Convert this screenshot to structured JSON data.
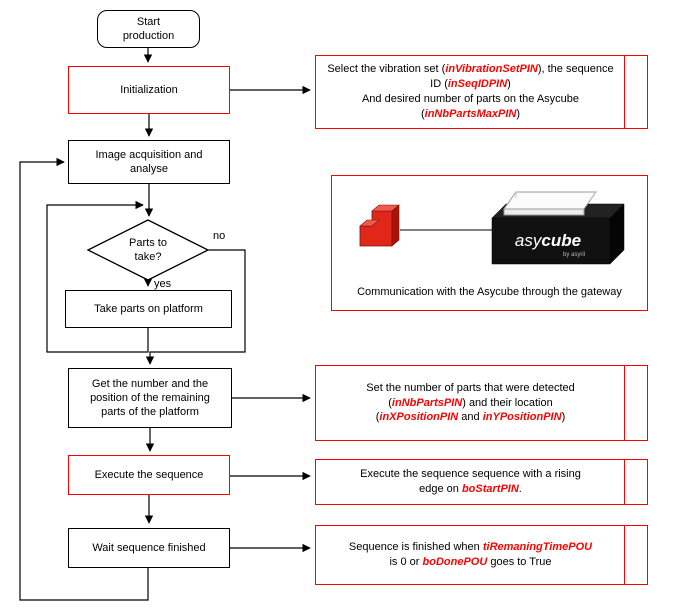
{
  "colors": {
    "accent": "#ff0000",
    "line": "#000000"
  },
  "flowchart": {
    "start_label": "Start\nproduction",
    "initialization_label": "Initialization",
    "image_acquisition_label": "Image acquisition and\nanalyse",
    "decision_label": "Parts to\ntake?",
    "no_label": "no",
    "yes_label": "yes",
    "take_parts_label": "Take parts on platform",
    "get_number_label": "Get the number and the\nposition of the remaining\nparts of the platform",
    "execute_label": "Execute the sequence",
    "wait_label": "Wait sequence finished"
  },
  "annotations": {
    "select_vibration": {
      "segments": [
        {
          "t": "Select the vibration set ("
        },
        {
          "t": "inVibrationSetPIN",
          "red": true
        },
        {
          "t": "), the sequence ID ("
        },
        {
          "t": "inSeqIDPIN",
          "red": true
        },
        {
          "t": ")\nAnd desired number of parts on the Asycube\n("
        },
        {
          "t": "inNbPartsMaxPIN",
          "red": true
        },
        {
          "t": ")"
        }
      ]
    },
    "communication": {
      "caption": "Communication with the Asycube through the gateway",
      "device_label_a": "asy",
      "device_label_b": "cube",
      "device_sublabel": "by asyril"
    },
    "set_parts": {
      "segments": [
        {
          "t": "Set the number of parts that were detected\n("
        },
        {
          "t": "inNbPartsPIN",
          "red": true
        },
        {
          "t": ") and their location\n("
        },
        {
          "t": "inXPositionPIN",
          "red": true
        },
        {
          "t": " and "
        },
        {
          "t": "inYPositionPIN",
          "red": true
        },
        {
          "t": ")"
        }
      ]
    },
    "execute_note": {
      "segments": [
        {
          "t": "Execute the sequence sequence with a rising\nedge on "
        },
        {
          "t": "boStartPIN",
          "red": true
        },
        {
          "t": "."
        }
      ]
    },
    "finished_note": {
      "segments": [
        {
          "t": "Sequence is finished when "
        },
        {
          "t": "tiRemaningTimePOU",
          "red": true
        },
        {
          "t": "\nis 0 or "
        },
        {
          "t": "boDonePOU",
          "red": true
        },
        {
          "t": " goes to True"
        }
      ]
    }
  }
}
